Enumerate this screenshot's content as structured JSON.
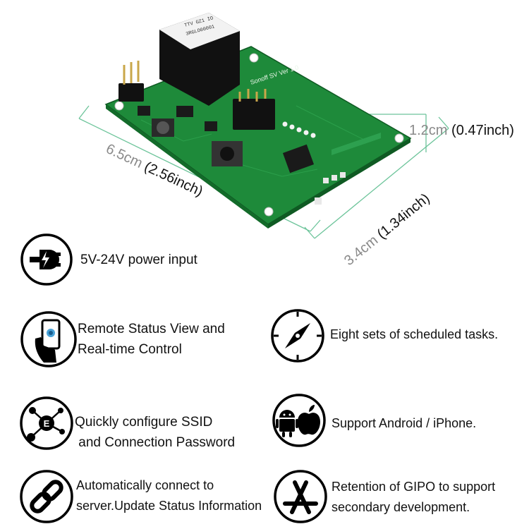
{
  "board": {
    "silkscreen": "Sonoff SV Ver 1.0",
    "relay_text_1": "TTV GZ1 IO",
    "relay_text_2": "3RGLO00001"
  },
  "dimensions": {
    "height": {
      "metric": "1.2cm",
      "imperial": "(0.47inch)"
    },
    "length": {
      "metric": "6.5cm",
      "imperial": "(2.56inch)"
    },
    "width": {
      "metric": "3.4cm",
      "imperial": "(1.34inch)"
    }
  },
  "features": [
    {
      "icon": "power-plug-icon",
      "lines": [
        "5V-24V power input"
      ]
    },
    {
      "icon": "phone-hand-icon",
      "lines": [
        "Remote Status View and",
        "Real-time Control"
      ]
    },
    {
      "icon": "compass-icon",
      "lines": [
        "Eight sets of scheduled tasks."
      ]
    },
    {
      "icon": "network-nodes-icon",
      "lines": [
        "Quickly configure SSID",
        " and Connection Password"
      ]
    },
    {
      "icon": "android-apple-icon",
      "lines": [
        "Support Android / iPhone."
      ]
    },
    {
      "icon": "link-chain-icon",
      "lines": [
        "Automatically connect to",
        "server.Update Status Information"
      ]
    },
    {
      "icon": "app-store-icon",
      "lines": [
        "Retention of GIPO to support",
        "secondary development."
      ]
    }
  ],
  "colors": {
    "pcb": "#1f8a3a",
    "dimension_line": "#5cc08a",
    "icon": "#000000"
  }
}
